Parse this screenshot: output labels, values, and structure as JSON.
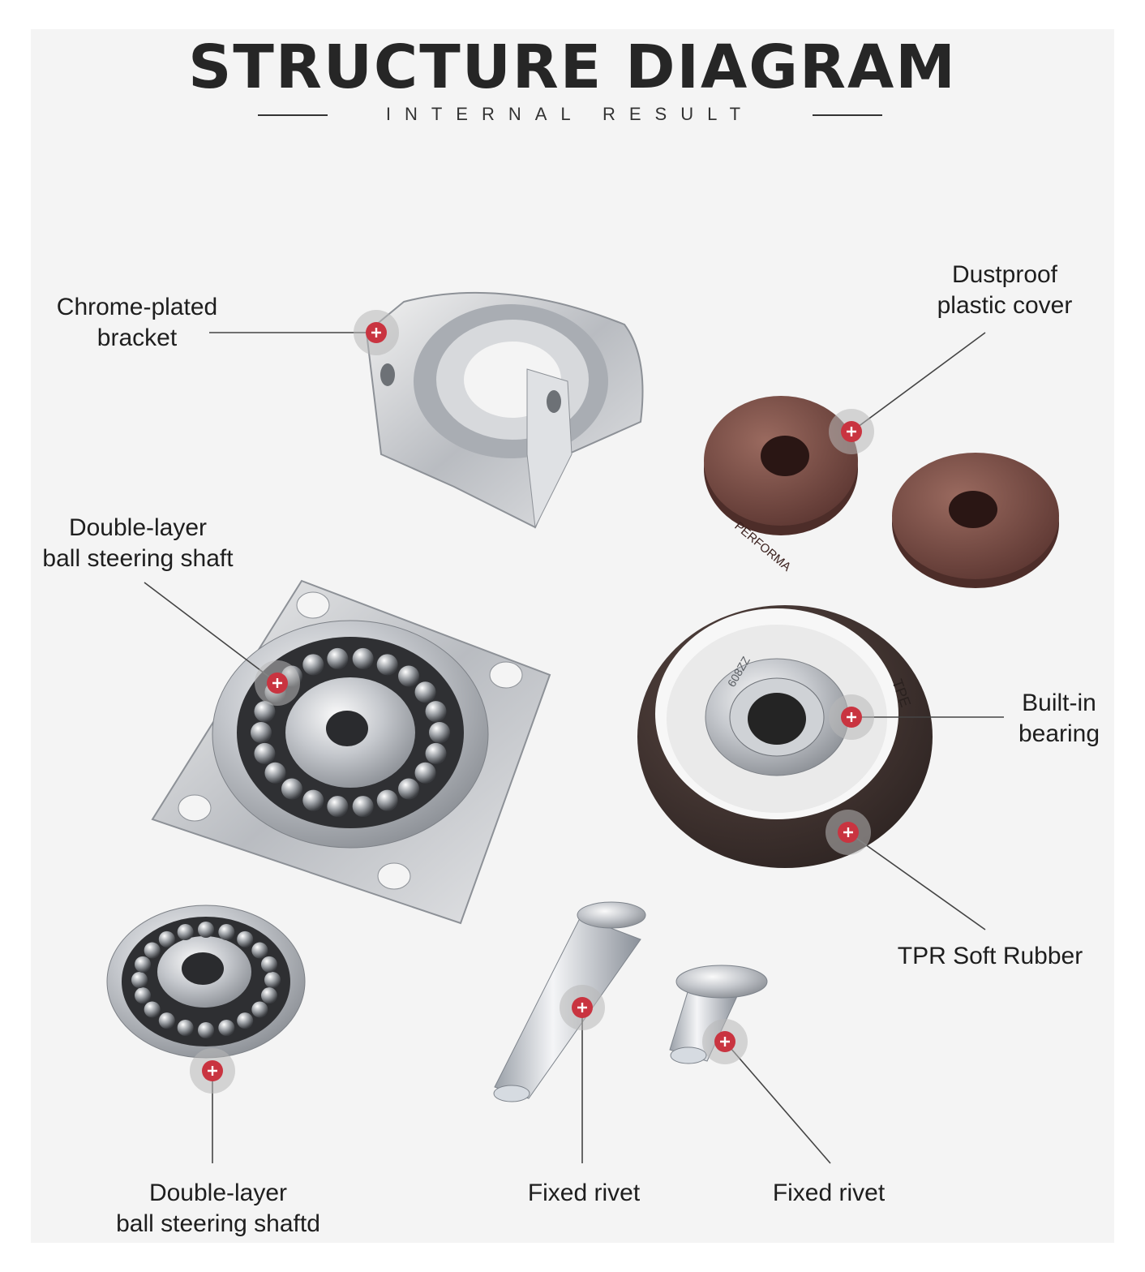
{
  "header": {
    "title": "STRUCTURE DIAGRAM",
    "subtitle": "INTERNAL RESULT"
  },
  "callouts": [
    {
      "id": "chrome-bracket",
      "lines": [
        "Chrome-plated",
        "bracket"
      ]
    },
    {
      "id": "dustproof-cover",
      "lines": [
        "Dustproof",
        "plastic cover"
      ]
    },
    {
      "id": "steering-shaft-top",
      "lines": [
        "Double-layer",
        "ball steering shaft"
      ]
    },
    {
      "id": "built-in-bearing",
      "lines": [
        "Built-in",
        "bearing"
      ]
    },
    {
      "id": "tpr-rubber",
      "lines": [
        "TPR Soft Rubber"
      ]
    },
    {
      "id": "steering-shaft-bottom",
      "lines": [
        "Double-layer",
        "ball steering shaftd"
      ]
    },
    {
      "id": "fixed-rivet-1",
      "lines": [
        "Fixed rivet"
      ]
    },
    {
      "id": "fixed-rivet-2",
      "lines": [
        "Fixed rivet"
      ]
    }
  ],
  "parts": {
    "cover_text": "PERFORMA",
    "wheel_text": "TPE",
    "bearing_text": "608ZZ"
  },
  "colors": {
    "marker": "#c93440",
    "marker_halo": "#b8b8b8",
    "leader_line": "#444444",
    "chrome": "#c9ccd1",
    "cover_brown": "#7b4d44",
    "wheel_rubber": "#4a3a36"
  }
}
